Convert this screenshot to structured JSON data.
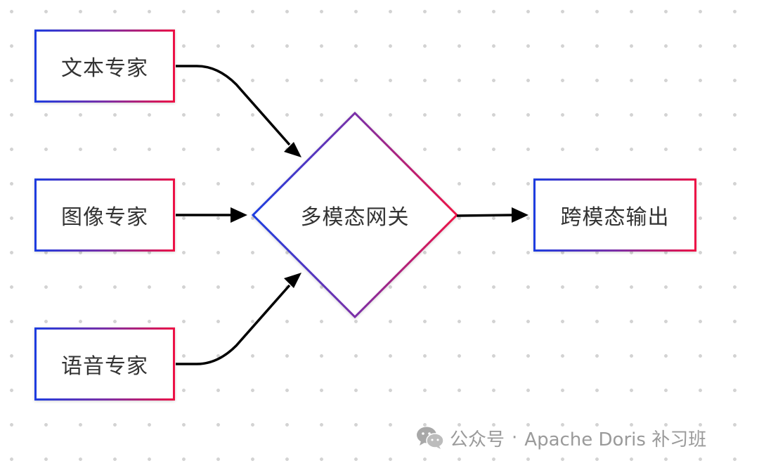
{
  "nodes": {
    "text_expert": "文本专家",
    "image_expert": "图像专家",
    "speech_expert": "语音专家",
    "gateway": "多模态网关",
    "output": "跨模态输出"
  },
  "watermark": {
    "platform": "公众号",
    "separator": "·",
    "account": "Apache Doris 补习班"
  }
}
